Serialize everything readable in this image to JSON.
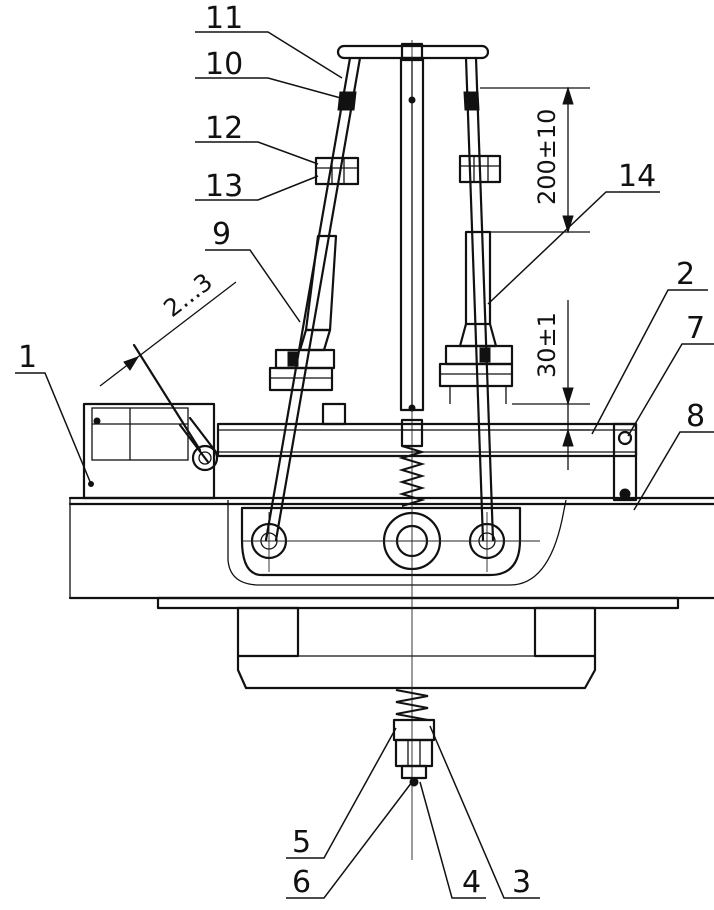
{
  "callouts": {
    "c1": "1",
    "c2": "2",
    "c3": "3",
    "c4": "4",
    "c5": "5",
    "c6": "6",
    "c7": "7",
    "c8": "8",
    "c9": "9",
    "c10": "10",
    "c11": "11",
    "c12": "12",
    "c13": "13",
    "c14": "14"
  },
  "dimensions": {
    "top_gap": "200±10",
    "spring_gap": "30±1",
    "clearance": "2...3"
  }
}
